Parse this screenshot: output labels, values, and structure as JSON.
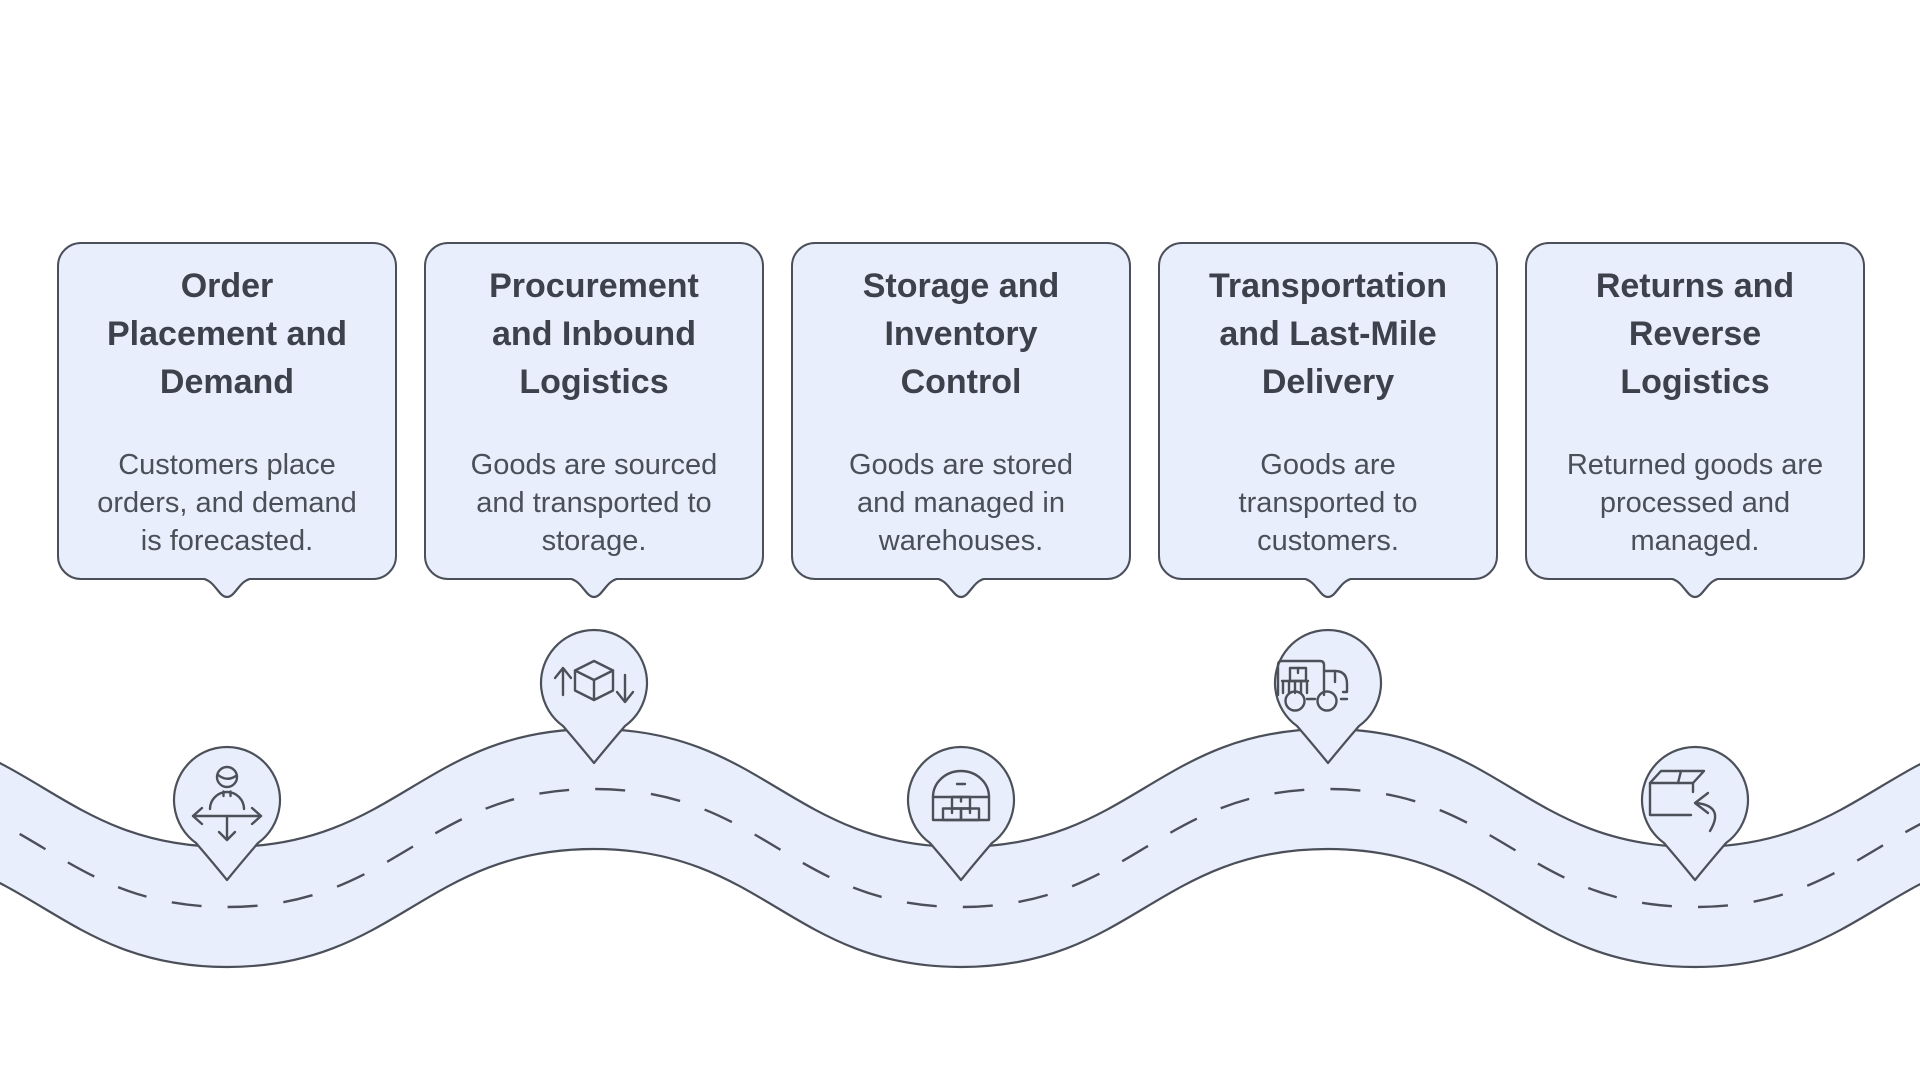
{
  "diagram": {
    "type": "supply-chain-roadmap",
    "background_color": "#ffffff",
    "card_fill": "#e9eefc",
    "card_border_color": "#4a4f59",
    "title_color": "#3c414b",
    "body_color": "#4a5058",
    "road_fill": "#e9eefc",
    "road_stroke": "#4a4f59",
    "icon_stroke": "#4b5059"
  },
  "stages": [
    {
      "title": "Order Placement and Demand",
      "title_lines": [
        "Order",
        "Placement and",
        "Demand"
      ],
      "body": "Customers place orders, and demand is forecasted.",
      "body_lines": [
        "Customers place",
        "orders, and demand",
        "is forecasted."
      ],
      "icon": "person-demand-icon"
    },
    {
      "title": "Procurement and Inbound Logistics",
      "title_lines": [
        "Procurement",
        "and Inbound",
        "Logistics"
      ],
      "body": "Goods are sourced and transported to storage.",
      "body_lines": [
        "Goods are sourced",
        "and transported to",
        "storage."
      ],
      "icon": "cube-transfer-icon"
    },
    {
      "title": "Storage and Inventory Control",
      "title_lines": [
        "Storage and",
        "Inventory",
        "Control"
      ],
      "body": "Goods are stored and managed in warehouses.",
      "body_lines": [
        "Goods are stored",
        "and managed in",
        "warehouses."
      ],
      "icon": "warehouse-icon"
    },
    {
      "title": "Transportation and Last-Mile Delivery",
      "title_lines": [
        "Transportation",
        "and Last-Mile",
        "Delivery"
      ],
      "body": "Goods are transported to customers.",
      "body_lines": [
        "Goods are",
        "transported to",
        "customers."
      ],
      "icon": "delivery-truck-icon"
    },
    {
      "title": "Returns and Reverse Logistics",
      "title_lines": [
        "Returns and",
        "Reverse",
        "Logistics"
      ],
      "body": "Returned goods are processed and managed.",
      "body_lines": [
        "Returned goods are",
        "processed and",
        "managed."
      ],
      "icon": "package-return-icon"
    }
  ]
}
